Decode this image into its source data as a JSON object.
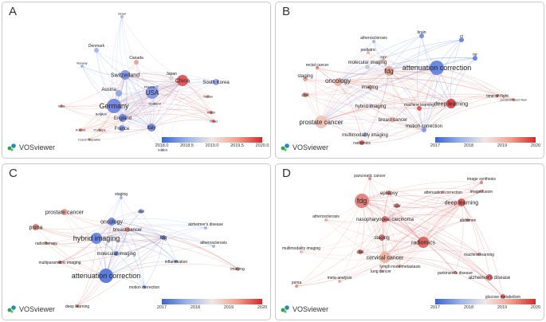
{
  "panels": [
    {
      "id": "A",
      "label": "A",
      "brand": "VOSviewer",
      "legend_ticks": [
        "2018.0",
        "2018.5",
        "2019.0",
        "2019.5",
        "2020.0"
      ],
      "nodes": [
        {
          "label": "USA",
          "r": 8,
          "color": "#7a8fe0"
        },
        {
          "label": "Germany",
          "r": 9,
          "color": "#6a80e0"
        },
        {
          "label": "Switzerland",
          "r": 6,
          "color": "#7b90e2"
        },
        {
          "label": "China",
          "r": 7,
          "color": "#e24a4a"
        },
        {
          "label": "England",
          "r": 5,
          "color": "#6b82e0"
        },
        {
          "label": "Italy",
          "r": 5,
          "color": "#6b82e0"
        },
        {
          "label": "South Korea",
          "r": 4,
          "color": "#8ea5e8"
        },
        {
          "label": "France",
          "r": 4,
          "color": "#7d94e3"
        },
        {
          "label": "Austria",
          "r": 4,
          "color": "#8aa0e6"
        },
        {
          "label": "Canada",
          "r": 3,
          "color": "#e8a096"
        },
        {
          "label": "Japan",
          "r": 3,
          "color": "#d8d2dc"
        },
        {
          "label": "Denmark",
          "r": 3,
          "color": "#9fb2ea"
        },
        {
          "label": "Norway",
          "r": 2,
          "color": "#9fb2ea"
        },
        {
          "label": "Israel",
          "r": 2,
          "color": "#9fb2ea"
        },
        {
          "label": "Finland",
          "r": 2,
          "color": "#9fb2ea"
        },
        {
          "label": "Scotland",
          "r": 2,
          "color": "#bcc8ec"
        },
        {
          "label": "Belgium",
          "r": 2,
          "color": "#bcc8ec"
        },
        {
          "label": "Taiwan",
          "r": 2,
          "color": "#ee9a8a"
        },
        {
          "label": "India",
          "r": 2,
          "color": "#e89080"
        },
        {
          "label": "Brazil",
          "r": 2,
          "color": "#e46060"
        },
        {
          "label": "Israel",
          "r": 2,
          "color": "#e46060"
        },
        {
          "label": "Poland",
          "r": 2,
          "color": "#e87a6a"
        },
        {
          "label": "Portugal",
          "r": 2,
          "color": "#e69888"
        },
        {
          "label": "Czech Republic",
          "r": 2,
          "color": "#e6a898"
        },
        {
          "label": "Ireland",
          "r": 2,
          "color": "#bcc8ec"
        }
      ]
    },
    {
      "id": "B",
      "label": "B",
      "brand": "VOSviewer",
      "legend_ticks": [
        "2017",
        "2018",
        "2019",
        "2020"
      ],
      "nodes": [
        {
          "label": "attenuation correction",
          "r": 9,
          "color": "#5b7de0"
        },
        {
          "label": "fdg",
          "r": 6,
          "color": "#e8a290"
        },
        {
          "label": "oncology",
          "r": 5,
          "color": "#e8b0a4"
        },
        {
          "label": "prostate cancer",
          "r": 8,
          "color": "#f2c2b4"
        },
        {
          "label": "deep learning",
          "r": 6,
          "color": "#d43a3a"
        },
        {
          "label": "molecular imaging",
          "r": 3,
          "color": "#c8c8d8"
        },
        {
          "label": "imaging",
          "r": 3,
          "color": "#e6b4a6"
        },
        {
          "label": "staging",
          "r": 3,
          "color": "#e89a8a"
        },
        {
          "label": "dwi",
          "r": 3,
          "color": "#e88a7a"
        },
        {
          "label": "hybrid imaging",
          "r": 3,
          "color": "#c8ccea"
        },
        {
          "label": "breast cancer",
          "r": 3,
          "color": "#e6a494"
        },
        {
          "label": "multimodality imaging",
          "r": 3,
          "color": "#aab8ea"
        },
        {
          "label": "machine learning",
          "r": 3,
          "color": "#e04a4a"
        },
        {
          "label": "motion correction",
          "r": 3,
          "color": "#7b93e4"
        },
        {
          "label": "radiomics",
          "r": 3,
          "color": "#e05050"
        },
        {
          "label": "rectal cancer",
          "r": 2,
          "color": "#e07a6a"
        },
        {
          "label": "pediatric",
          "r": 2,
          "color": "#e6b0a2"
        },
        {
          "label": "suv",
          "r": 2,
          "color": "#e8a292"
        },
        {
          "label": "atherosclerosis",
          "r": 2,
          "color": "#9ab0ea"
        },
        {
          "label": "brain",
          "r": 3,
          "color": "#6a86e2"
        },
        {
          "label": "ct",
          "r": 3,
          "color": "#5b7de0"
        },
        {
          "label": "mr",
          "r": 3,
          "color": "#5b7de0"
        },
        {
          "label": "time-of-flight",
          "r": 2,
          "color": "#e07060"
        },
        {
          "label": "cerebral blood flow",
          "r": 2,
          "color": "#e08070"
        }
      ]
    },
    {
      "id": "C",
      "label": "C",
      "brand": "VOSviewer",
      "legend_ticks": [
        "2017",
        "2018",
        "2019",
        "2020"
      ],
      "nodes": [
        {
          "label": "attenuation correction",
          "r": 9,
          "color": "#4e70dc"
        },
        {
          "label": "hybrid imaging",
          "r": 7,
          "color": "#5f7fe0"
        },
        {
          "label": "oncology",
          "r": 5,
          "color": "#6b88e2"
        },
        {
          "label": "prostate cancer",
          "r": 4,
          "color": "#e6a292"
        },
        {
          "label": "psma",
          "r": 4,
          "color": "#e07a6a"
        },
        {
          "label": "breast cancer",
          "r": 3,
          "color": "#e06a5a"
        },
        {
          "label": "fdg",
          "r": 3,
          "color": "#5f7fe0"
        },
        {
          "label": "dwi",
          "r": 3,
          "color": "#8aa2e6"
        },
        {
          "label": "staging",
          "r": 2,
          "color": "#9ab0ea"
        },
        {
          "label": "molecular imaging",
          "r": 3,
          "color": "#5f7fe0"
        },
        {
          "label": "radiotherapy",
          "r": 2,
          "color": "#e08a7a"
        },
        {
          "label": "multiparametric imaging",
          "r": 2,
          "color": "#d84a4a"
        },
        {
          "label": "alzheimer's disease",
          "r": 2,
          "color": "#9ab0ea"
        },
        {
          "label": "inflammation",
          "r": 2,
          "color": "#6a86e2"
        },
        {
          "label": "atherosclerosis",
          "r": 2,
          "color": "#9ab0ea"
        },
        {
          "label": "imaging",
          "r": 2,
          "color": "#e07060"
        },
        {
          "label": "motion correction",
          "r": 2,
          "color": "#5b7de0"
        },
        {
          "label": "deep learning",
          "r": 2,
          "color": "#e07060"
        }
      ]
    },
    {
      "id": "D",
      "label": "D",
      "brand": "VOSviewer",
      "legend_ticks": [
        "2017",
        "2018",
        "2019",
        "2020"
      ],
      "nodes": [
        {
          "label": "fdg",
          "r": 9,
          "color": "#e07a74"
        },
        {
          "label": "radiomics",
          "r": 7,
          "color": "#dc5a5a"
        },
        {
          "label": "cervical cancer",
          "r": 7,
          "color": "#e9b09a"
        },
        {
          "label": "deep learning",
          "r": 5,
          "color": "#dc5050"
        },
        {
          "label": "nasopharyngeal carcinoma",
          "r": 4,
          "color": "#e07070"
        },
        {
          "label": "staging",
          "r": 4,
          "color": "#e07070"
        },
        {
          "label": "dwi",
          "r": 3,
          "color": "#e06060"
        },
        {
          "label": "suv",
          "r": 3,
          "color": "#e06a6a"
        },
        {
          "label": "epilepsy",
          "r": 3,
          "color": "#e06a6a"
        },
        {
          "label": "pancreatic cancer",
          "r": 2,
          "color": "#e08080"
        },
        {
          "label": "attenuation correction",
          "r": 2,
          "color": "#e6a0a0"
        },
        {
          "label": "image synthesis",
          "r": 2,
          "color": "#e07a7a"
        },
        {
          "label": "image fusion",
          "r": 2,
          "color": "#e07a7a"
        },
        {
          "label": "abdomen",
          "r": 2,
          "color": "#e07070"
        },
        {
          "label": "machine learning",
          "r": 2,
          "color": "#e07070"
        },
        {
          "label": "alzheimer's disease",
          "r": 4,
          "color": "#dc5a5a"
        },
        {
          "label": "parkinson's disease",
          "r": 2,
          "color": "#e07070"
        },
        {
          "label": "glucose metabolism",
          "r": 3,
          "color": "#dc5a5a"
        },
        {
          "label": "lymph node metastasis",
          "r": 2,
          "color": "#e08a80"
        },
        {
          "label": "lung cancer",
          "r": 2,
          "color": "#e6a090"
        },
        {
          "label": "atherosclerosis",
          "r": 2,
          "color": "#e6a6a0"
        },
        {
          "label": "multimodality imaging",
          "r": 2,
          "color": "#e8b2a8"
        },
        {
          "label": "meta-analysis",
          "r": 2,
          "color": "#e6a8a0"
        },
        {
          "label": "psma",
          "r": 2,
          "color": "#e08a7a"
        }
      ]
    }
  ]
}
